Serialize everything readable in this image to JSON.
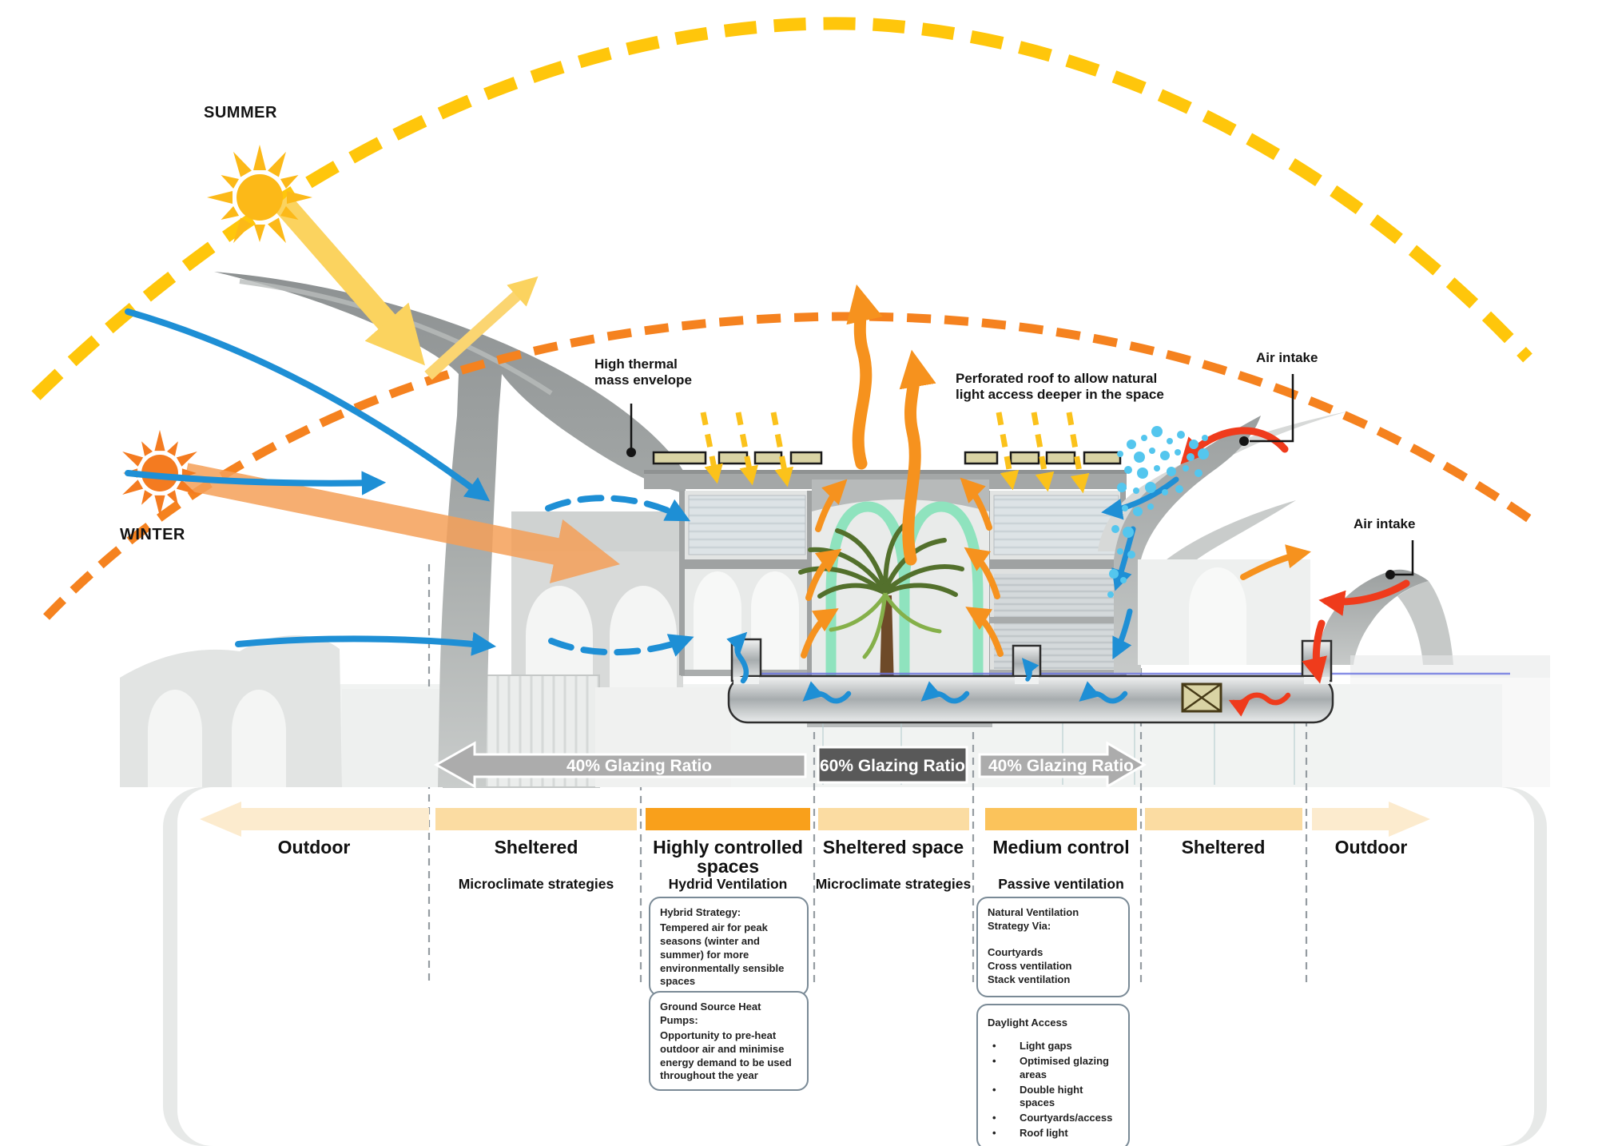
{
  "scene": {
    "summer_label": "SUMMER",
    "winter_label": "WINTER",
    "annotations": {
      "high_thermal_mass": "High thermal\nmass envelope",
      "perforated_roof": "Perforated roof to allow natural\nlight access deeper in the space",
      "air_intake_top": "Air intake",
      "air_intake_right": "Air intake"
    },
    "icons": {
      "summer_sun": "sun-icon",
      "winter_sun": "sun-icon",
      "heat_exchanger": "heat-exchanger-icon",
      "palm_tree": "palm-tree-icon"
    }
  },
  "glazing_bars": [
    {
      "label": "40% Glazing Ratio"
    },
    {
      "label": "60% Glazing Ratio"
    },
    {
      "label": "40% Glazing Ratio"
    }
  ],
  "zones": [
    {
      "label": "Outdoor",
      "sublabel": "",
      "color": "#FCEBCE"
    },
    {
      "label": "Sheltered",
      "sublabel": "Microclimate strategies",
      "color": "#FBDCA2"
    },
    {
      "label": "Highly controlled spaces",
      "sublabel": "Hydrid Ventilation",
      "color": "#F9A01B"
    },
    {
      "label": "Sheltered space",
      "sublabel": "Microclimate strategies",
      "color": "#FBDCA2"
    },
    {
      "label": "Medium control",
      "sublabel": "Passive ventilation",
      "color": "#FBC35B"
    },
    {
      "label": "Sheltered",
      "sublabel": "",
      "color": "#FBDCA2"
    },
    {
      "label": "Outdoor",
      "sublabel": "",
      "color": "#FCEBCE"
    }
  ],
  "notes": [
    {
      "title": "Hybrid Strategy:",
      "body": "Tempered air for peak seasons (winter and summer) for more environmentally sensible spaces"
    },
    {
      "title": "Ground Source Heat Pumps:",
      "body": "Opportunity to pre-heat outdoor air and minimise energy demand to be used throughout the year"
    },
    {
      "title": "Natural Ventilation Strategy Via:",
      "body": "Courtyards\nCross ventilation\nStack ventilation"
    },
    {
      "title": "Daylight Access",
      "bullets": [
        "Light gaps",
        "Optimised glazing areas",
        "Double hight spaces",
        "Courtyards/access",
        "Roof light"
      ]
    }
  ],
  "colors": {
    "summer_arc": "#FFC60B",
    "summer_sun": "#FCB918",
    "winter_arc": "#F5821F",
    "winter_sun": "#F47B20",
    "heat_orange": "#F6921E",
    "wind_blue": "#1E8FD5",
    "intake_red": "#EF3B1C",
    "daylight_yellow": "#FBC21B",
    "mint_arch_green": "#8FE3BE",
    "cool_air_dots": "#54C6EE",
    "bar_light_gray": "#ACACAC",
    "bar_dark_gray": "#595959",
    "skylight_tan": "#D9D3A4"
  }
}
